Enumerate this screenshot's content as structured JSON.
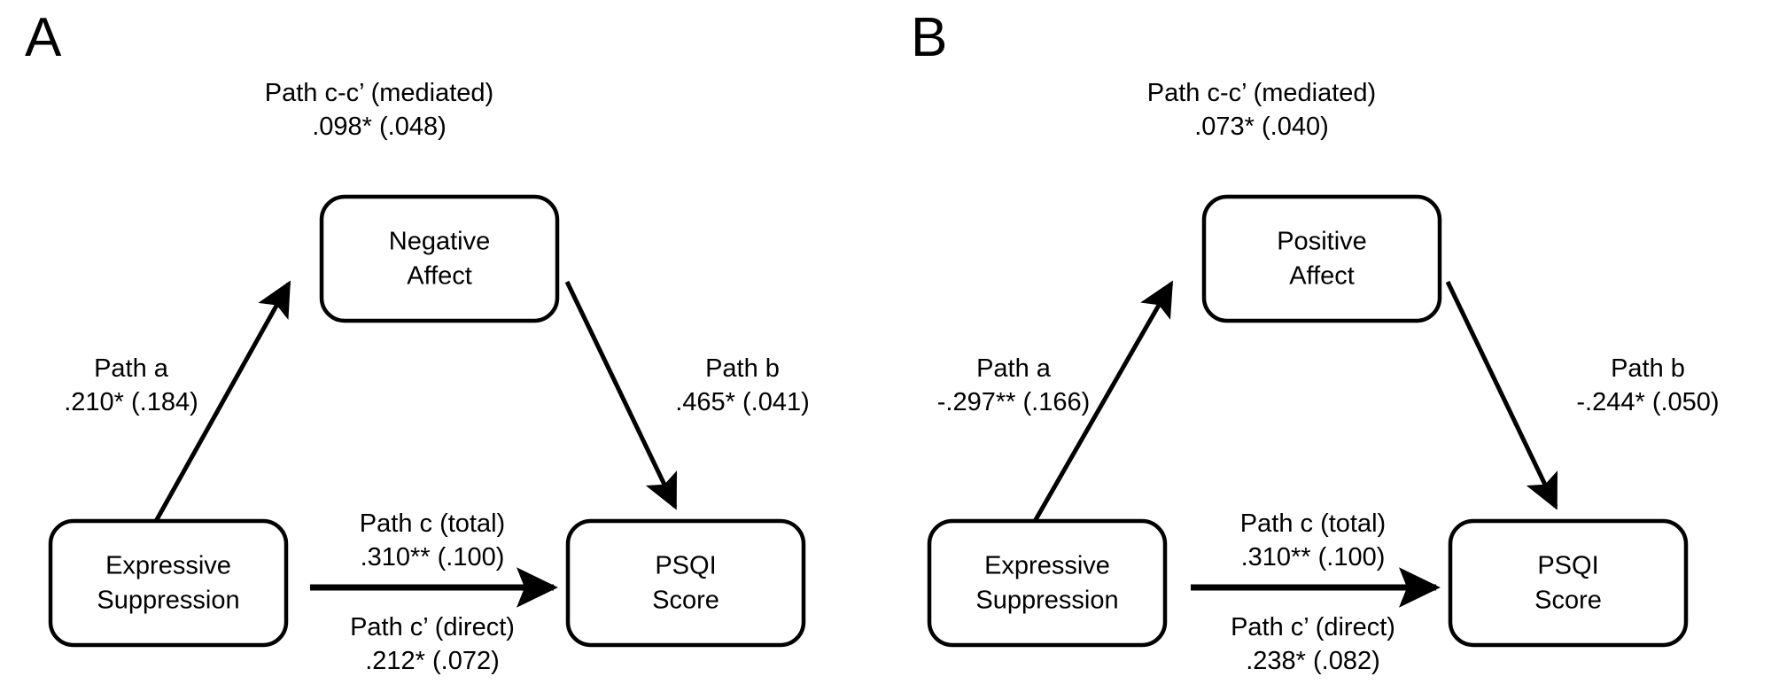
{
  "figure": {
    "type": "mediation-path-diagram",
    "background_color": "#ffffff",
    "line_color": "#000000",
    "panel_count": 2
  },
  "panels": [
    {
      "id": "A",
      "letter": "A",
      "nodes": {
        "predictor": {
          "line1": "Expressive",
          "line2": "Suppression"
        },
        "mediator": {
          "line1": "Negative",
          "line2": "Affect"
        },
        "outcome": {
          "line1": "PSQI",
          "line2": "Score"
        }
      },
      "paths": {
        "mediated": {
          "label": "Path c-c’ (mediated)",
          "value": ".098* (.048)"
        },
        "a": {
          "label": "Path a",
          "value": ".210* (.184)"
        },
        "b": {
          "label": "Path b",
          "value": ".465* (.041)"
        },
        "c_total": {
          "label": "Path c (total)",
          "value": ".310** (.100)"
        },
        "c_direct": {
          "label": "Path c’ (direct)",
          "value": ".212* (.072)"
        }
      }
    },
    {
      "id": "B",
      "letter": "B",
      "nodes": {
        "predictor": {
          "line1": "Expressive",
          "line2": "Suppression"
        },
        "mediator": {
          "line1": "Positive",
          "line2": "Affect"
        },
        "outcome": {
          "line1": "PSQI",
          "line2": "Score"
        }
      },
      "paths": {
        "mediated": {
          "label": "Path c-c’ (mediated)",
          "value": ".073* (.040)"
        },
        "a": {
          "label": "Path a",
          "value": "-.297** (.166)"
        },
        "b": {
          "label": "Path b",
          "value": "-.244* (.050)"
        },
        "c_total": {
          "label": "Path c (total)",
          "value": ".310** (.100)"
        },
        "c_direct": {
          "label": "Path c’ (direct)",
          "value": ".238* (.082)"
        }
      }
    }
  ],
  "chart_data": {
    "type": "diagram",
    "title": "",
    "models": [
      {
        "panel": "A",
        "mediator": "Negative Affect",
        "predictor": "Expressive Suppression",
        "outcome": "PSQI Score",
        "coefficients": [
          {
            "path": "c-c' (mediated)",
            "estimate": 0.098,
            "se": 0.048,
            "significance": "*"
          },
          {
            "path": "a",
            "estimate": 0.21,
            "se": 0.184,
            "significance": "*"
          },
          {
            "path": "b",
            "estimate": 0.465,
            "se": 0.041,
            "significance": "*"
          },
          {
            "path": "c (total)",
            "estimate": 0.31,
            "se": 0.1,
            "significance": "**"
          },
          {
            "path": "c' (direct)",
            "estimate": 0.212,
            "se": 0.072,
            "significance": "*"
          }
        ]
      },
      {
        "panel": "B",
        "mediator": "Positive Affect",
        "predictor": "Expressive Suppression",
        "outcome": "PSQI Score",
        "coefficients": [
          {
            "path": "c-c' (mediated)",
            "estimate": 0.073,
            "se": 0.04,
            "significance": "*"
          },
          {
            "path": "a",
            "estimate": -0.297,
            "se": 0.166,
            "significance": "**"
          },
          {
            "path": "b",
            "estimate": -0.244,
            "se": 0.05,
            "significance": "*"
          },
          {
            "path": "c (total)",
            "estimate": 0.31,
            "se": 0.1,
            "significance": "**"
          },
          {
            "path": "c' (direct)",
            "estimate": 0.238,
            "se": 0.082,
            "significance": "*"
          }
        ]
      }
    ]
  }
}
